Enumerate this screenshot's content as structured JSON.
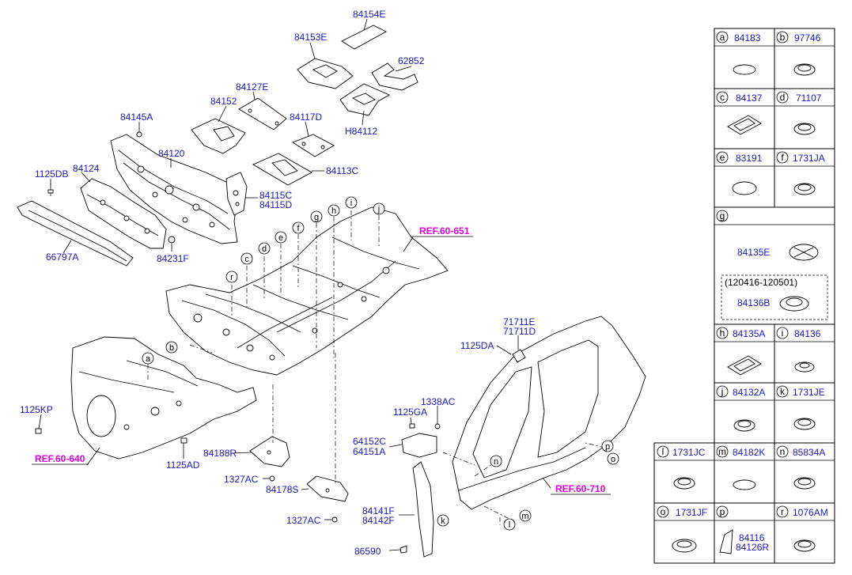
{
  "parts": {
    "p84154E": "84154E",
    "p84153E": "84153E",
    "p62852": "62852",
    "p84127E": "84127E",
    "p84152": "84152",
    "p84145A": "84145A",
    "p84117D": "84117D",
    "pH84112": "H84112",
    "p84120": "84120",
    "p1125DB": "1125DB",
    "p84124": "84124",
    "p84113C": "84113C",
    "p84115C": "84115C",
    "p84115D": "84115D",
    "p66797A": "66797A",
    "p84231F": "84231F",
    "p71711E": "71711E",
    "p71711D": "71711D",
    "p1125DA": "1125DA",
    "p1125KP": "1125KP",
    "p1338AC": "1338AC",
    "p1125GA": "1125GA",
    "p64152C": "64152C",
    "p64151A": "64151A",
    "p84188R": "84188R",
    "p1125AD": "1125AD",
    "p1327AC_a": "1327AC",
    "p84178S": "84178S",
    "p1327AC_b": "1327AC",
    "p84141F": "84141F",
    "p84142F": "84142F",
    "p86590": "86590"
  },
  "refs": {
    "r651": "REF.60-651",
    "r640": "REF.60-640",
    "r710": "REF.60-710"
  },
  "callouts": {
    "a": "a",
    "b": "b",
    "c": "c",
    "d": "d",
    "e": "e",
    "f": "f",
    "g": "g",
    "h": "h",
    "i": "i",
    "j": "j",
    "k": "k",
    "l": "l",
    "m": "m",
    "n": "n",
    "o": "o",
    "p": "p",
    "r": "r"
  },
  "legend": {
    "a": {
      "letter": "a",
      "part": "84183"
    },
    "b": {
      "letter": "b",
      "part": "97746"
    },
    "c": {
      "letter": "c",
      "part": "84137"
    },
    "d": {
      "letter": "d",
      "part": "71107"
    },
    "e": {
      "letter": "e",
      "part": "83191"
    },
    "f": {
      "letter": "f",
      "part": "1731JA"
    },
    "g": {
      "letter": "g",
      "part1": "84135E",
      "range": "(120416-120501)",
      "part2": "84136B"
    },
    "h": {
      "letter": "h",
      "part": "84135A"
    },
    "i": {
      "letter": "i",
      "part": "84136"
    },
    "j": {
      "letter": "j",
      "part": "84132A"
    },
    "k": {
      "letter": "k",
      "part": "1731JE"
    },
    "l": {
      "letter": "l",
      "part": "1731JC"
    },
    "m": {
      "letter": "m",
      "part": "84182K"
    },
    "n": {
      "letter": "n",
      "part": "85834A"
    },
    "o": {
      "letter": "o",
      "part": "1731JF"
    },
    "p": {
      "letter": "p",
      "part1": "84116",
      "part2": "84126R"
    },
    "r": {
      "letter": "r",
      "part": "1076AM"
    }
  }
}
